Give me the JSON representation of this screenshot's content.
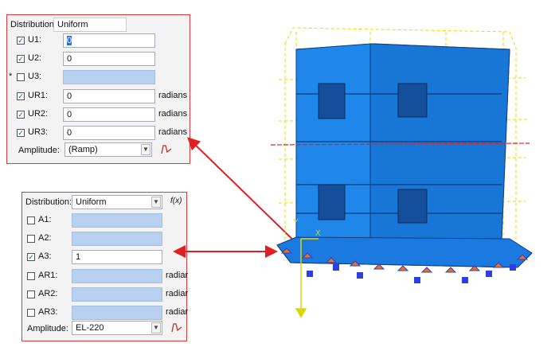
{
  "top_panel": {
    "distribution_label": "Distribution:",
    "distribution_value": "Uniform",
    "amplitude_label": "Amplitude:",
    "amplitude_value": "(Ramp)",
    "asterisk": "*",
    "rows": [
      {
        "label": "U1:",
        "checked": true,
        "value": "0",
        "unit": ""
      },
      {
        "label": "U2:",
        "checked": true,
        "value": "0",
        "unit": ""
      },
      {
        "label": "U3:",
        "checked": false,
        "value": "",
        "unit": ""
      },
      {
        "label": "UR1:",
        "checked": true,
        "value": "0",
        "unit": "radians"
      },
      {
        "label": "UR2:",
        "checked": true,
        "value": "0",
        "unit": "radians"
      },
      {
        "label": "UR3:",
        "checked": true,
        "value": "0",
        "unit": "radians"
      }
    ]
  },
  "bottom_panel": {
    "distribution_label": "Distribution:",
    "distribution_value": "Uniform",
    "fx_label": "f(x)",
    "amplitude_label": "Amplitude:",
    "amplitude_value": "EL-220",
    "rows": [
      {
        "label": "A1:",
        "checked": false,
        "value": "",
        "unit": ""
      },
      {
        "label": "A2:",
        "checked": false,
        "value": "",
        "unit": ""
      },
      {
        "label": "A3:",
        "checked": true,
        "value": "1",
        "unit": ""
      },
      {
        "label": "AR1:",
        "checked": false,
        "value": "",
        "unit": "radiar"
      },
      {
        "label": "AR2:",
        "checked": false,
        "value": "",
        "unit": "radiar"
      },
      {
        "label": "AR3:",
        "checked": false,
        "value": "",
        "unit": "radiar"
      }
    ]
  },
  "viewport": {
    "axis_labels": {
      "y": "Y",
      "x": "X"
    },
    "colors": {
      "building": "#1f7fe0",
      "building_dark": "#155fb0",
      "mesh": "#e8e800",
      "annotation": "#e02020"
    }
  }
}
